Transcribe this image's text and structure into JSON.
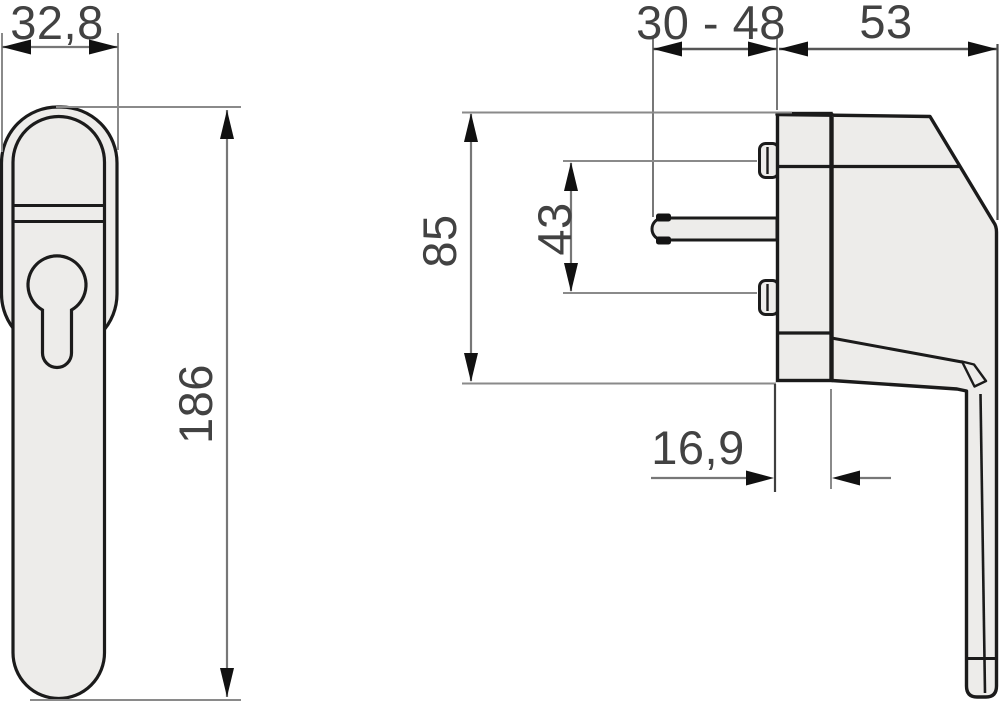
{
  "drawing": {
    "title": "window-handle-technical-drawing",
    "views": {
      "front": "handle-front-view",
      "side": "handle-side-view"
    },
    "dimensions": {
      "front_width": "32,8",
      "front_height": "186",
      "spindle_range": "30 - 48",
      "head_depth": "53",
      "plate_height": "85",
      "screw_spacing": "43",
      "plate_depth": "16,9"
    },
    "colors": {
      "background": "#ffffff",
      "part_fill": "#edecea",
      "part_outline": "#1b1b1b",
      "dimension_line": "#777777",
      "extension_line": "#8a8a8a",
      "arrow": "#111111",
      "label_text": "#424242"
    }
  }
}
